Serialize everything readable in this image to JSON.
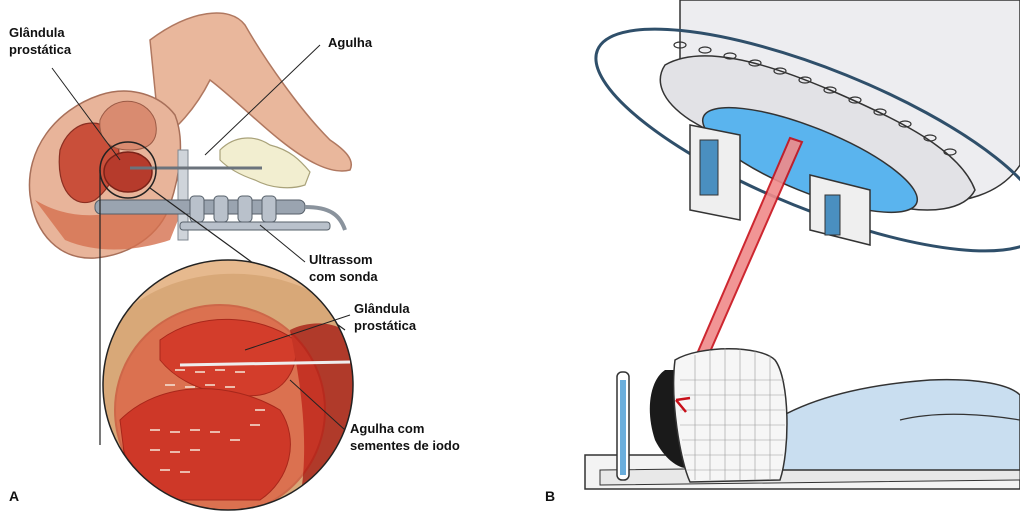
{
  "panel_a": {
    "letter": "A",
    "labels": {
      "prostate_top": "Glândula\nprostática",
      "needle": "Agulha",
      "ultrasound": "Ultrassom\ncom sonda",
      "prostate_inset": "Glândula\nprostática",
      "needle_seeds": "Agulha com\nsementes de iodo"
    }
  },
  "panel_b": {
    "letter": "B"
  },
  "colors": {
    "skin": "#e8b49a",
    "tissue": "#c8553a",
    "inset_overlay": "#e03020",
    "glove": "#f2eed0",
    "probe": "#9aa4b0",
    "gantry": "#e9e9ec",
    "gantry_window": "#5ab4ee",
    "ring": "#2f4f6a",
    "beam": "#e23a3a",
    "sheet": "#c9def0",
    "mask": "#f4f4f4"
  }
}
